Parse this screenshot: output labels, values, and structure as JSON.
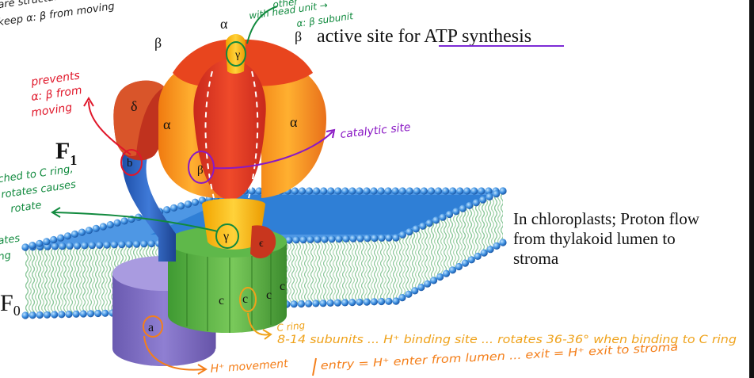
{
  "labels": {
    "top_right": {
      "prefix": "active site for ",
      "underlined": "ATP synthesis"
    },
    "f1": {
      "letter": "F",
      "sub": "1"
    },
    "f0": {
      "letter": "F",
      "sub": "0"
    },
    "chloroplast": [
      "In chloroplasts; Proton flow",
      "from thylakoid lumen to",
      "stroma"
    ]
  },
  "subunits": {
    "alpha_top": "α",
    "beta_left": "β",
    "beta_right": "β",
    "delta": "δ",
    "alpha_left": "α",
    "alpha_right": "α",
    "b": "b",
    "beta_center": "β",
    "gamma_top": "γ",
    "gamma_mid": "γ",
    "epsilon": "ϵ",
    "a": "a",
    "c1": "c",
    "c2": "c",
    "c3": "c",
    "c4": "c"
  },
  "annotations": {
    "top_left": [
      "are structural s",
      "keep α: β from moving"
    ],
    "top_center": [
      "other",
      "with head unit →",
      "α: β subunit"
    ],
    "prevents": [
      "prevents",
      "α: β from",
      "moving"
    ],
    "catalytic": "catalytic site",
    "left_mid": [
      "ched to C ring,",
      "rotates causes",
      "rotate",
      "ates",
      "ng"
    ],
    "c_ring": [
      "C ring",
      "8-14 subunits ... H⁺ binding site ... rotates 36-36° when binding to C ring"
    ],
    "h_movement": [
      "H⁺ movement",
      "entry = H⁺ enter from lumen ...  exit = H⁺ exit to stroma"
    ]
  },
  "colors": {
    "red_ink": "#e0172a",
    "purple_ink": "#8a19c4",
    "green_ink": "#118a3e",
    "orange_ink": "#f47f1a",
    "yellow_ink": "#efa21a",
    "underline": "#7d2bd6"
  }
}
